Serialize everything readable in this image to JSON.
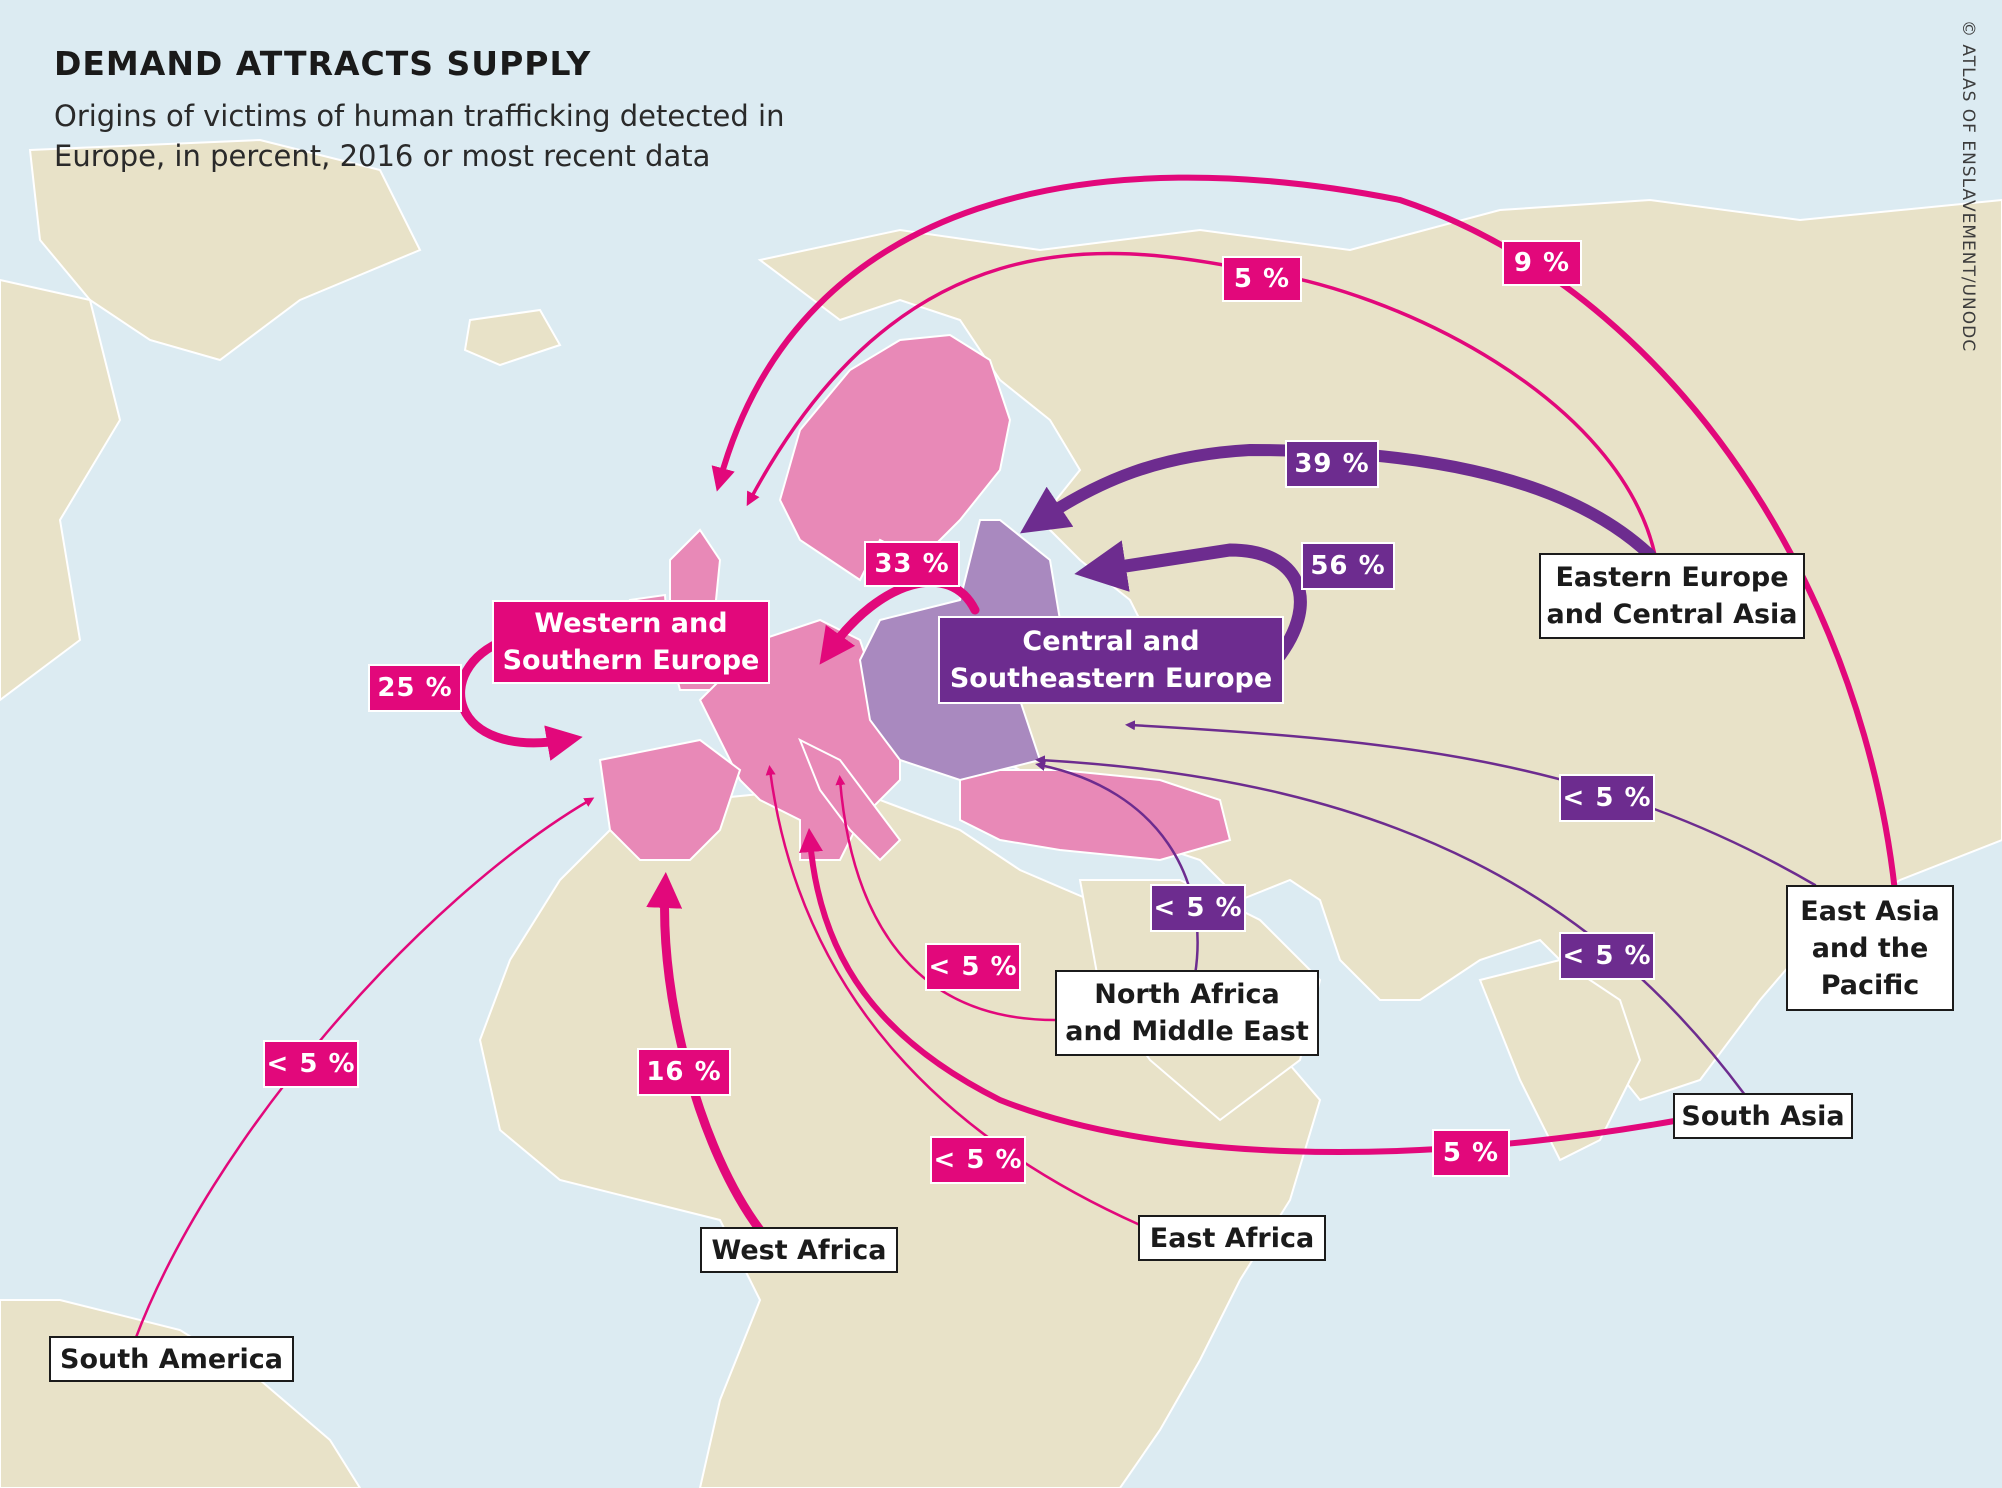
{
  "title": "DEMAND ATTRACTS SUPPLY",
  "subtitle": "Origins of victims of human trafficking detected in Europe, in percent, 2016 or most recent data",
  "credit": "© ATLAS OF ENSLAVEMENT/UNODC",
  "colors": {
    "sea": "#dcebf2",
    "land": "#e8e2c8",
    "western_southern_europe": "#e889b7",
    "central_southeastern_europe": "#a989bf",
    "flow_to_west": "#e2087b",
    "flow_to_central": "#6d2c8f"
  },
  "destinations": {
    "west": "Western and\nSouthern Europe",
    "central": "Central and\nSoutheastern Europe"
  },
  "origins": {
    "eastern_europe_central_asia": "Eastern Europe\nand Central Asia",
    "east_asia_pacific": "East Asia\nand the\nPacific",
    "north_africa_middle_east": "North Africa\nand Middle East",
    "south_asia": "South Asia",
    "east_africa": "East Africa",
    "west_africa": "West Africa",
    "south_america": "South America"
  },
  "flows": {
    "west_from_west": "25 %",
    "west_from_central": "33 %",
    "west_from_eeca": "5 %",
    "west_from_eap": "9 %",
    "west_from_west_africa": "16 %",
    "west_from_south_america": "< 5 %",
    "west_from_nafme": "< 5 %",
    "west_from_east_africa": "< 5 %",
    "west_from_south_asia": "5 %",
    "central_from_eeca": "39 %",
    "central_from_central": "56 %",
    "central_from_eap": "< 5 %",
    "central_from_south_asia": "< 5 %",
    "central_from_nafme": "< 5 %"
  }
}
